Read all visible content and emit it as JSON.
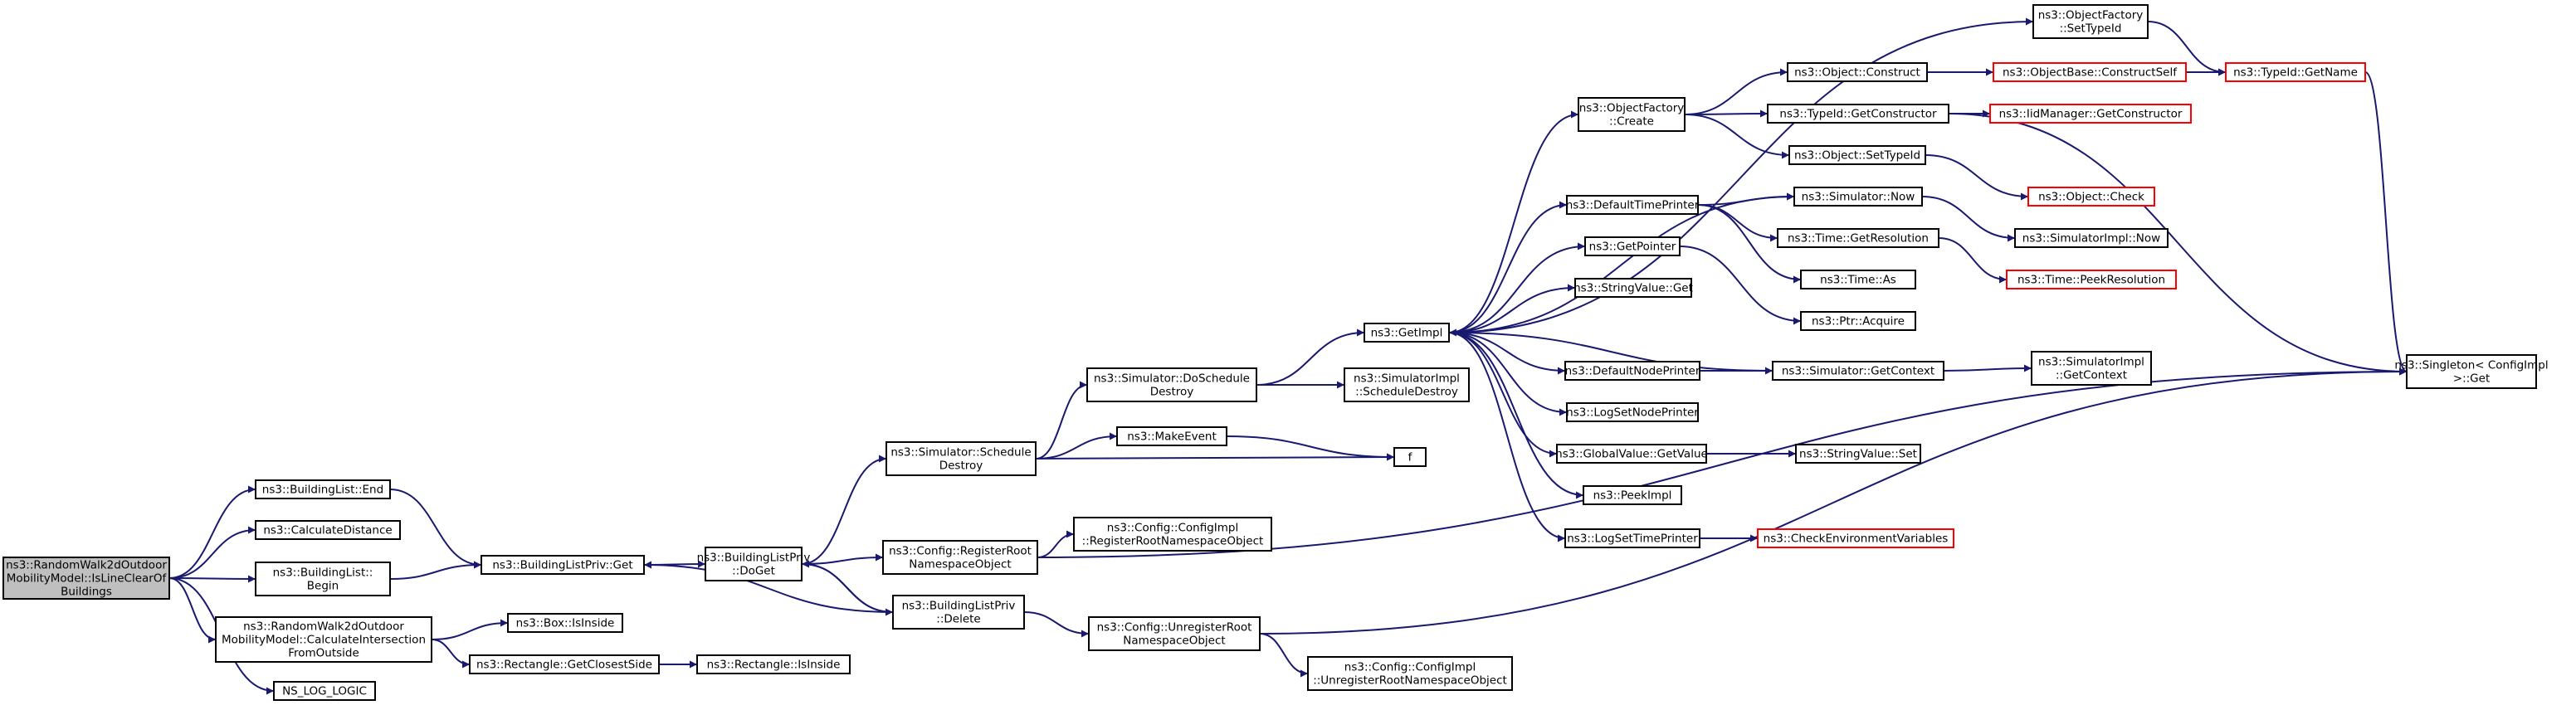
{
  "colors": {
    "edge": "#191970",
    "border_normal": "#000000",
    "border_truncated": "#ff0000",
    "fill_root": "#bfbfbf",
    "fill_normal": "#ffffff"
  },
  "graph": {
    "nodes": [
      {
        "id": "root",
        "lines": [
          "ns3::RandomWalk2dOutdoor",
          "MobilityModel::IsLineClearOf",
          "Buildings"
        ],
        "style": "root"
      },
      {
        "id": "blEnd",
        "lines": [
          "ns3::BuildingList::End"
        ],
        "style": "normal"
      },
      {
        "id": "calcDist",
        "lines": [
          "ns3::CalculateDistance"
        ],
        "style": "normal"
      },
      {
        "id": "blBegin",
        "lines": [
          "ns3::BuildingList::",
          "Begin"
        ],
        "style": "normal"
      },
      {
        "id": "calcInter",
        "lines": [
          "ns3::RandomWalk2dOutdoor",
          "MobilityModel::CalculateIntersection",
          "FromOutside"
        ],
        "style": "normal"
      },
      {
        "id": "nsLog",
        "lines": [
          "NS_LOG_LOGIC"
        ],
        "style": "normal"
      },
      {
        "id": "blpGet",
        "lines": [
          "ns3::BuildingListPriv::Get"
        ],
        "style": "normal"
      },
      {
        "id": "boxInside",
        "lines": [
          "ns3::Box::IsInside"
        ],
        "style": "normal"
      },
      {
        "id": "rectClosest",
        "lines": [
          "ns3::Rectangle::GetClosestSide"
        ],
        "style": "normal"
      },
      {
        "id": "rectInside",
        "lines": [
          "ns3::Rectangle::IsInside"
        ],
        "style": "normal"
      },
      {
        "id": "blpDoGet",
        "lines": [
          "ns3::BuildingListPriv",
          "::DoGet"
        ],
        "style": "normal"
      },
      {
        "id": "blpDelete",
        "lines": [
          "ns3::BuildingListPriv",
          "::Delete"
        ],
        "style": "normal"
      },
      {
        "id": "simSchedDestroy",
        "lines": [
          "ns3::Simulator::Schedule",
          "Destroy"
        ],
        "style": "normal"
      },
      {
        "id": "cfgRegRoot",
        "lines": [
          "ns3::Config::RegisterRoot",
          "NamespaceObject"
        ],
        "style": "normal"
      },
      {
        "id": "cfgUnregRoot",
        "lines": [
          "ns3::Config::UnregisterRoot",
          "NamespaceObject"
        ],
        "style": "normal"
      },
      {
        "id": "simDoSched",
        "lines": [
          "ns3::Simulator::DoSchedule",
          "Destroy"
        ],
        "style": "normal"
      },
      {
        "id": "makeEvent",
        "lines": [
          "ns3::MakeEvent"
        ],
        "style": "normal"
      },
      {
        "id": "cfgImplReg",
        "lines": [
          "ns3::Config::ConfigImpl",
          "::RegisterRootNamespaceObject"
        ],
        "style": "normal"
      },
      {
        "id": "cfgImplUnreg",
        "lines": [
          "ns3::Config::ConfigImpl",
          "::UnregisterRootNamespaceObject"
        ],
        "style": "normal"
      },
      {
        "id": "getImpl",
        "lines": [
          "ns3::GetImpl"
        ],
        "style": "normal"
      },
      {
        "id": "simImplSchedDestroy",
        "lines": [
          "ns3::SimulatorImpl",
          "::ScheduleDestroy"
        ],
        "style": "normal"
      },
      {
        "id": "f",
        "lines": [
          "f"
        ],
        "style": "normal"
      },
      {
        "id": "objFactCreate",
        "lines": [
          "ns3::ObjectFactory",
          "::Create"
        ],
        "style": "normal"
      },
      {
        "id": "defTimePrinter",
        "lines": [
          "ns3::DefaultTimePrinter"
        ],
        "style": "normal"
      },
      {
        "id": "getPointer",
        "lines": [
          "ns3::GetPointer"
        ],
        "style": "normal"
      },
      {
        "id": "stringValueGet",
        "lines": [
          "ns3::StringValue::Get"
        ],
        "style": "normal"
      },
      {
        "id": "defNodePrinter",
        "lines": [
          "ns3::DefaultNodePrinter"
        ],
        "style": "normal"
      },
      {
        "id": "logSetNodePrinter",
        "lines": [
          "ns3::LogSetNodePrinter"
        ],
        "style": "normal"
      },
      {
        "id": "globalValueGet",
        "lines": [
          "ns3::GlobalValue::GetValue"
        ],
        "style": "normal"
      },
      {
        "id": "peekImpl",
        "lines": [
          "ns3::PeekImpl"
        ],
        "style": "normal"
      },
      {
        "id": "logSetTimePrinter",
        "lines": [
          "ns3::LogSetTimePrinter"
        ],
        "style": "normal"
      },
      {
        "id": "objFactSetTypeId",
        "lines": [
          "ns3::ObjectFactory",
          "::SetTypeId"
        ],
        "style": "normal"
      },
      {
        "id": "objConstruct",
        "lines": [
          "ns3::Object::Construct"
        ],
        "style": "normal"
      },
      {
        "id": "typeIdGetCtor",
        "lines": [
          "ns3::TypeId::GetConstructor"
        ],
        "style": "normal"
      },
      {
        "id": "objSetTypeId",
        "lines": [
          "ns3::Object::SetTypeId"
        ],
        "style": "normal"
      },
      {
        "id": "simNow",
        "lines": [
          "ns3::Simulator::Now"
        ],
        "style": "normal"
      },
      {
        "id": "timeGetRes",
        "lines": [
          "ns3::Time::GetResolution"
        ],
        "style": "normal"
      },
      {
        "id": "timeAs",
        "lines": [
          "ns3::Time::As"
        ],
        "style": "normal"
      },
      {
        "id": "ptrAcquire",
        "lines": [
          "ns3::Ptr::Acquire"
        ],
        "style": "normal"
      },
      {
        "id": "simGetContext",
        "lines": [
          "ns3::Simulator::GetContext"
        ],
        "style": "normal"
      },
      {
        "id": "stringValueSet",
        "lines": [
          "ns3::StringValue::Set"
        ],
        "style": "normal"
      },
      {
        "id": "checkEnv",
        "lines": [
          "ns3::CheckEnvironmentVariables"
        ],
        "style": "truncated"
      },
      {
        "id": "objBaseCtorSelf",
        "lines": [
          "ns3::ObjectBase::ConstructSelf"
        ],
        "style": "truncated"
      },
      {
        "id": "iidMgrGetCtor",
        "lines": [
          "ns3::IidManager::GetConstructor"
        ],
        "style": "truncated"
      },
      {
        "id": "objCheck",
        "lines": [
          "ns3::Object::Check"
        ],
        "style": "truncated"
      },
      {
        "id": "simImplNow",
        "lines": [
          "ns3::SimulatorImpl::Now"
        ],
        "style": "normal"
      },
      {
        "id": "timePeekRes",
        "lines": [
          "ns3::Time::PeekResolution"
        ],
        "style": "truncated"
      },
      {
        "id": "simImplGetContext",
        "lines": [
          "ns3::SimulatorImpl",
          "::GetContext"
        ],
        "style": "normal"
      },
      {
        "id": "typeIdGetName",
        "lines": [
          "ns3::TypeId::GetName"
        ],
        "style": "truncated"
      },
      {
        "id": "singletonGet",
        "lines": [
          "ns3::Singleton< ConfigImpl",
          "&gt;::Get"
        ],
        "style": "normal"
      }
    ],
    "edges": [
      [
        "root",
        "blEnd"
      ],
      [
        "root",
        "calcDist"
      ],
      [
        "root",
        "blBegin"
      ],
      [
        "root",
        "calcInter"
      ],
      [
        "root",
        "nsLog"
      ],
      [
        "blEnd",
        "blpGet"
      ],
      [
        "blBegin",
        "blpGet"
      ],
      [
        "calcInter",
        "boxInside"
      ],
      [
        "calcInter",
        "rectClosest"
      ],
      [
        "rectClosest",
        "rectInside"
      ],
      [
        "blpGet",
        "blpDoGet"
      ],
      [
        "blpDoGet",
        "simSchedDestroy"
      ],
      [
        "blpDoGet",
        "cfgRegRoot"
      ],
      [
        "blpDoGet",
        "blpDelete"
      ],
      [
        "blpDelete",
        "blpDoGet"
      ],
      [
        "blpDelete",
        "blpGet"
      ],
      [
        "blpDelete",
        "cfgUnregRoot"
      ],
      [
        "simSchedDestroy",
        "simDoSched"
      ],
      [
        "simSchedDestroy",
        "makeEvent"
      ],
      [
        "simSchedDestroy",
        "f"
      ],
      [
        "simDoSched",
        "getImpl"
      ],
      [
        "simDoSched",
        "simImplSchedDestroy"
      ],
      [
        "makeEvent",
        "f"
      ],
      [
        "cfgRegRoot",
        "cfgImplReg"
      ],
      [
        "cfgRegRoot",
        "singletonGet"
      ],
      [
        "cfgUnregRoot",
        "cfgImplUnreg"
      ],
      [
        "cfgUnregRoot",
        "singletonGet"
      ],
      [
        "getImpl",
        "objFactSetTypeId"
      ],
      [
        "getImpl",
        "objFactCreate"
      ],
      [
        "getImpl",
        "simNow"
      ],
      [
        "getImpl",
        "defTimePrinter"
      ],
      [
        "getImpl",
        "getPointer"
      ],
      [
        "getImpl",
        "stringValueGet"
      ],
      [
        "getImpl",
        "defNodePrinter"
      ],
      [
        "getImpl",
        "logSetNodePrinter"
      ],
      [
        "getImpl",
        "globalValueGet"
      ],
      [
        "getImpl",
        "peekImpl"
      ],
      [
        "getImpl",
        "logSetTimePrinter"
      ],
      [
        "objFactCreate",
        "objConstruct"
      ],
      [
        "objFactCreate",
        "typeIdGetCtor"
      ],
      [
        "objFactCreate",
        "objSetTypeId"
      ],
      [
        "objConstruct",
        "objBaseCtorSelf"
      ],
      [
        "typeIdGetCtor",
        "iidMgrGetCtor"
      ],
      [
        "typeIdGetCtor",
        "singletonGet"
      ],
      [
        "objSetTypeId",
        "objCheck"
      ],
      [
        "objFactSetTypeId",
        "typeIdGetName"
      ],
      [
        "objBaseCtorSelf",
        "typeIdGetName"
      ],
      [
        "typeIdGetName",
        "singletonGet"
      ],
      [
        "defTimePrinter",
        "simNow"
      ],
      [
        "defTimePrinter",
        "timeGetRes"
      ],
      [
        "defTimePrinter",
        "timeAs"
      ],
      [
        "simNow",
        "simImplNow"
      ],
      [
        "timeGetRes",
        "timePeekRes"
      ],
      [
        "getPointer",
        "ptrAcquire"
      ],
      [
        "defNodePrinter",
        "simGetContext"
      ],
      [
        "simGetContext",
        "getImpl"
      ],
      [
        "simGetContext",
        "simImplGetContext"
      ],
      [
        "globalValueGet",
        "stringValueSet"
      ],
      [
        "logSetTimePrinter",
        "checkEnv"
      ]
    ]
  }
}
